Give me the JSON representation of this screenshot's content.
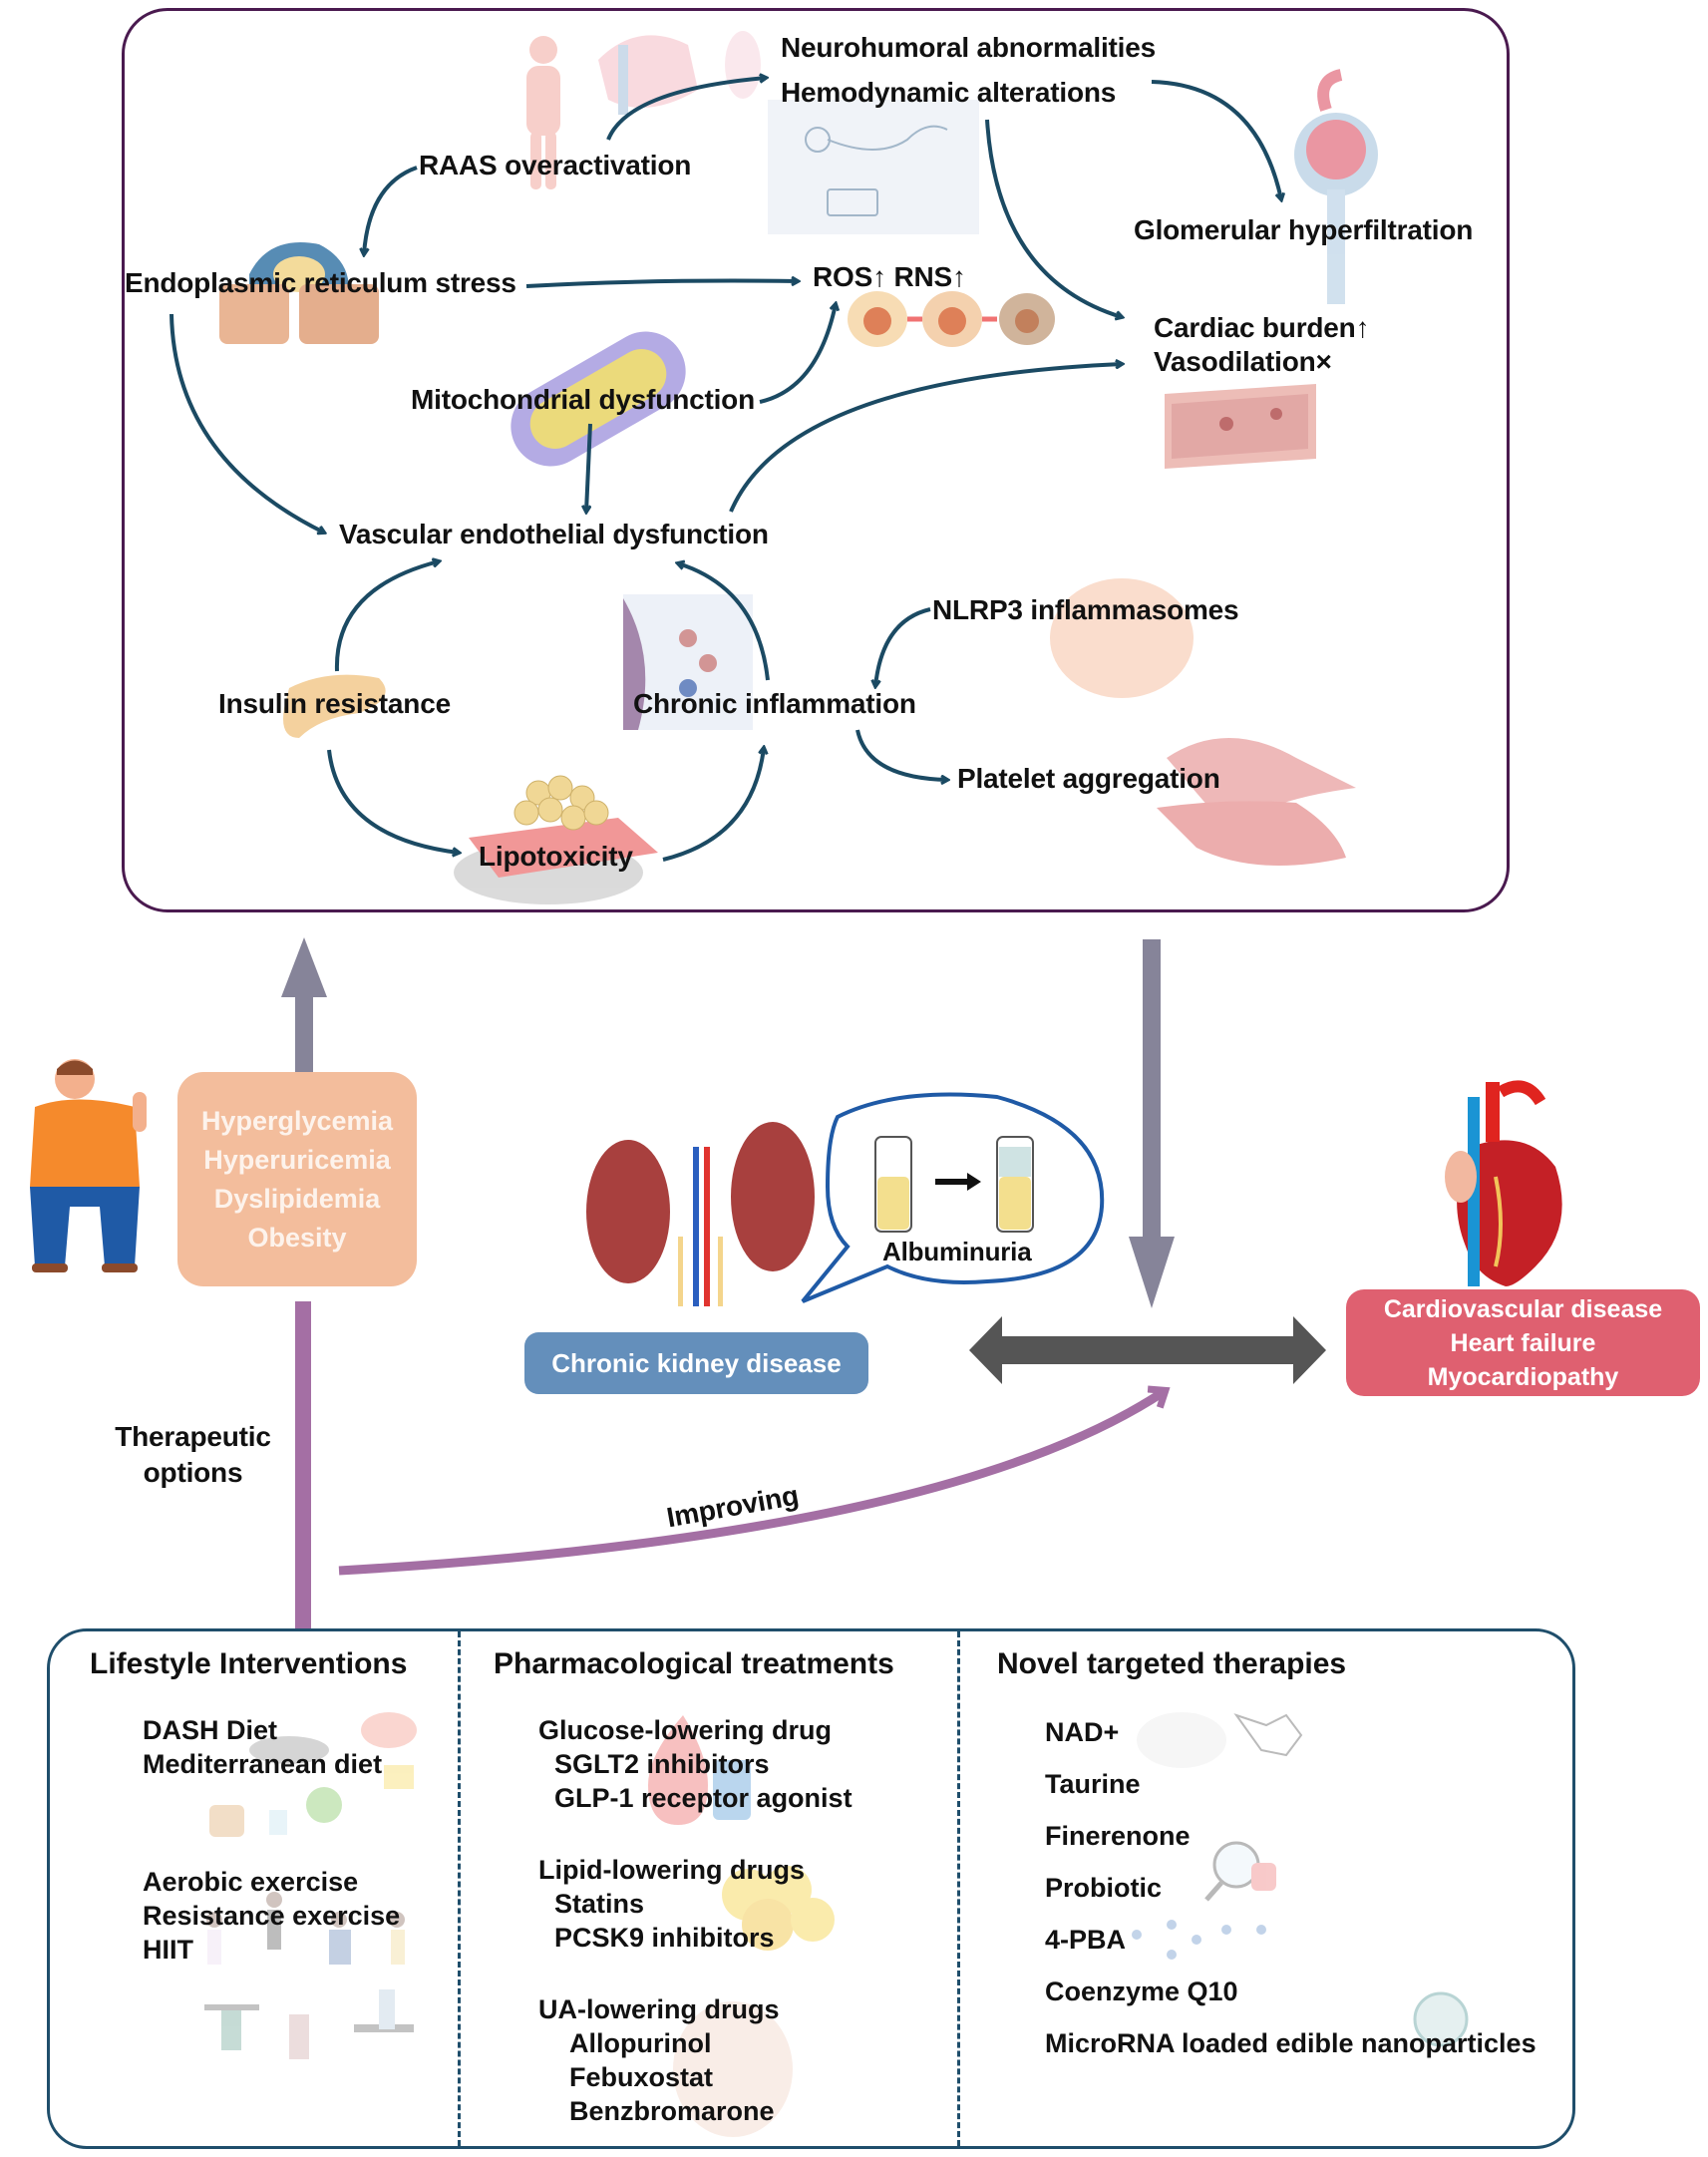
{
  "top_panel": {
    "labels": {
      "raas": "RAAS overactivation",
      "neurohumoral": "Neurohumoral abnormalities",
      "hemodynamic": "Hemodynamic alterations",
      "glomerular": "Glomerular hyperfiltration",
      "er_stress": "Endoplasmic reticulum stress",
      "ros_rns": "ROS↑ RNS↑",
      "cardiac_burden": "Cardiac burden↑",
      "vasodilation": "Vasodilation×",
      "mito": "Mitochondrial dysfunction",
      "vascular_endo": "Vascular endothelial dysfunction",
      "nlrp3": "NLRP3 inflammasomes",
      "insulin": "Insulin resistance",
      "chronic_inflam": "Chronic inflammation",
      "platelet": "Platelet aggregation",
      "lipotoxicity": "Lipotoxicity"
    },
    "border_color": "#4a1a4f",
    "arrow_color": "#1b4a63"
  },
  "risk_factors": {
    "items": [
      "Hyperglycemia",
      "Hyperuricemia",
      "Dyslipidemia",
      "Obesity"
    ],
    "box_color": "#f3bd9c"
  },
  "albuminuria_label": "Albuminuria",
  "ckd_label": "Chronic kidney disease",
  "ckd_color": "#648fbb",
  "cvd": {
    "items": [
      "Cardiovascular disease",
      "Heart failure",
      "Myocardiopathy"
    ],
    "box_color": "#df6070"
  },
  "therapeutic_label": [
    "Therapeutic",
    "options"
  ],
  "improving_label": "Improving",
  "bottom_panel": {
    "border_color": "#1f4e6b",
    "columns": [
      {
        "title": "Lifestyle Interventions",
        "groups": [
          [
            "DASH Diet",
            "Mediterranean diet"
          ],
          [
            "Aerobic exercise",
            "Resistance exercise",
            "HIIT"
          ]
        ]
      },
      {
        "title": "Pharmacological treatments",
        "groups": [
          {
            "heading": "Glucose-lowering drug",
            "items": [
              "SGLT2 inhibitors",
              "GLP-1 receptor agonist"
            ]
          },
          {
            "heading": "Lipid-lowering drugs",
            "items": [
              "Statins",
              "PCSK9 inhibitors"
            ]
          },
          {
            "heading": "UA-lowering drugs",
            "items": [
              "Allopurinol",
              "Febuxostat",
              "Benzbromarone"
            ]
          }
        ]
      },
      {
        "title": "Novel targeted therapies",
        "items": [
          "NAD+",
          "Taurine",
          "Finerenone",
          "Probiotic",
          "4-PBA",
          "Coenzyme Q10",
          "MicroRNA loaded edible nanoparticles"
        ]
      }
    ]
  }
}
